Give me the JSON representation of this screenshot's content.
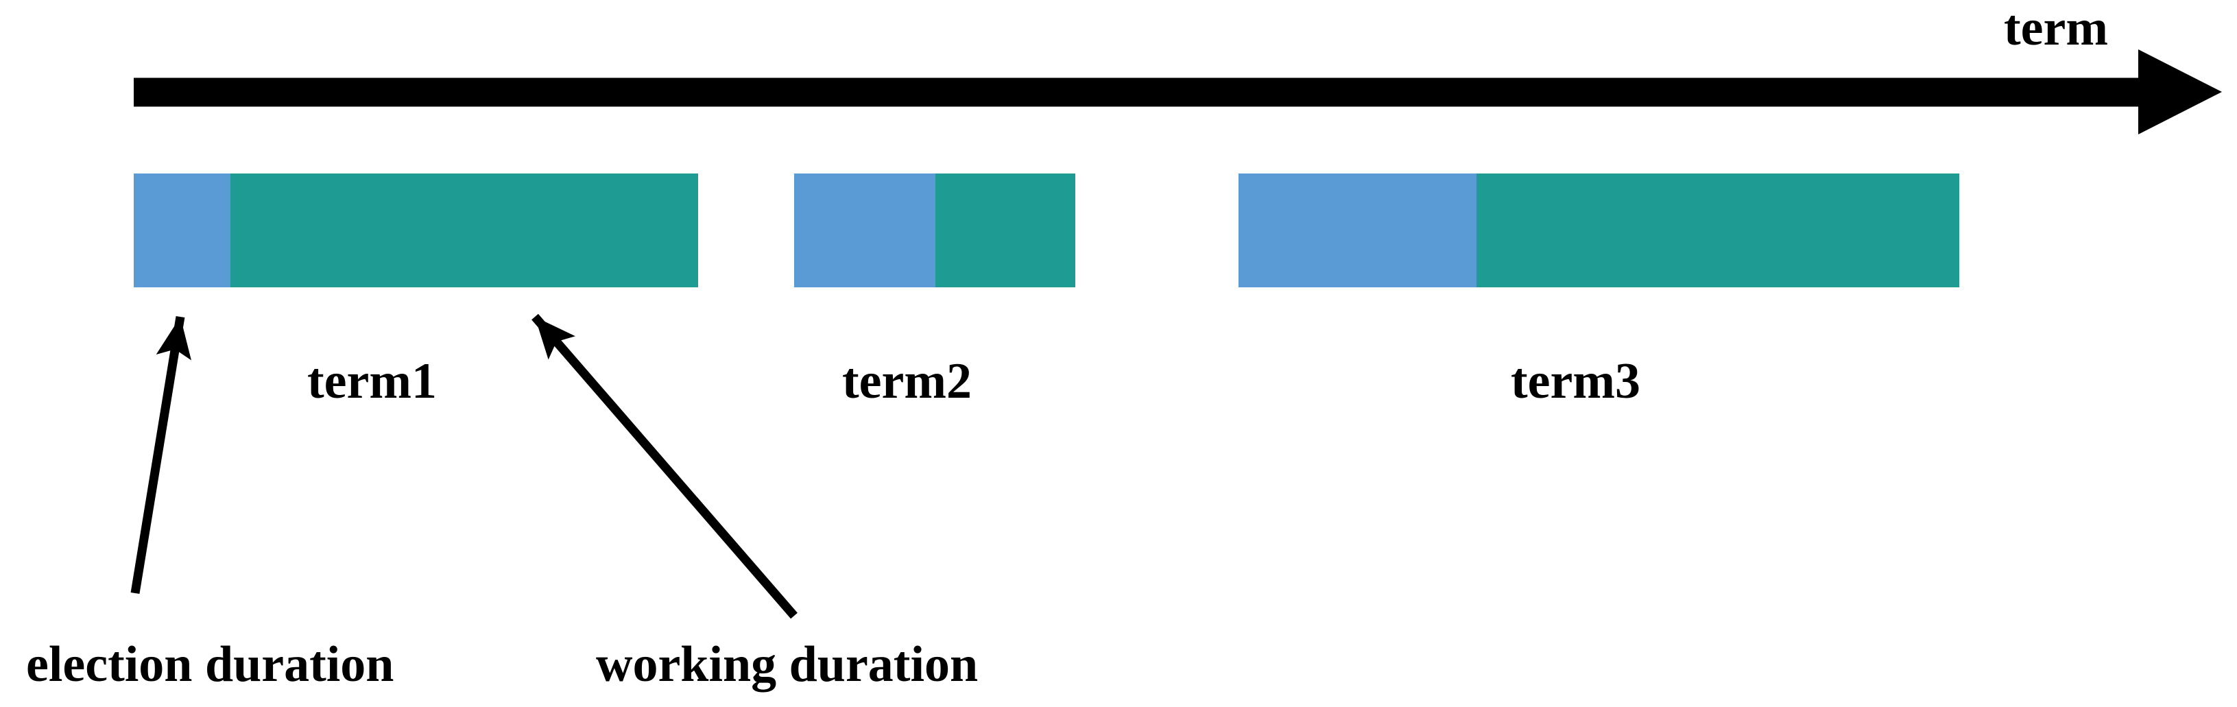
{
  "axis": {
    "label": "term"
  },
  "terms": [
    {
      "label": "term1"
    },
    {
      "label": "term2"
    },
    {
      "label": "term3"
    }
  ],
  "annotations": {
    "election": {
      "label": "election duration"
    },
    "working": {
      "label": "working duration"
    }
  },
  "colors": {
    "election": "#5B9BD5",
    "working": "#1E9C94",
    "arrow": "#000000",
    "text": "#000000",
    "background": "#FFFFFF"
  }
}
